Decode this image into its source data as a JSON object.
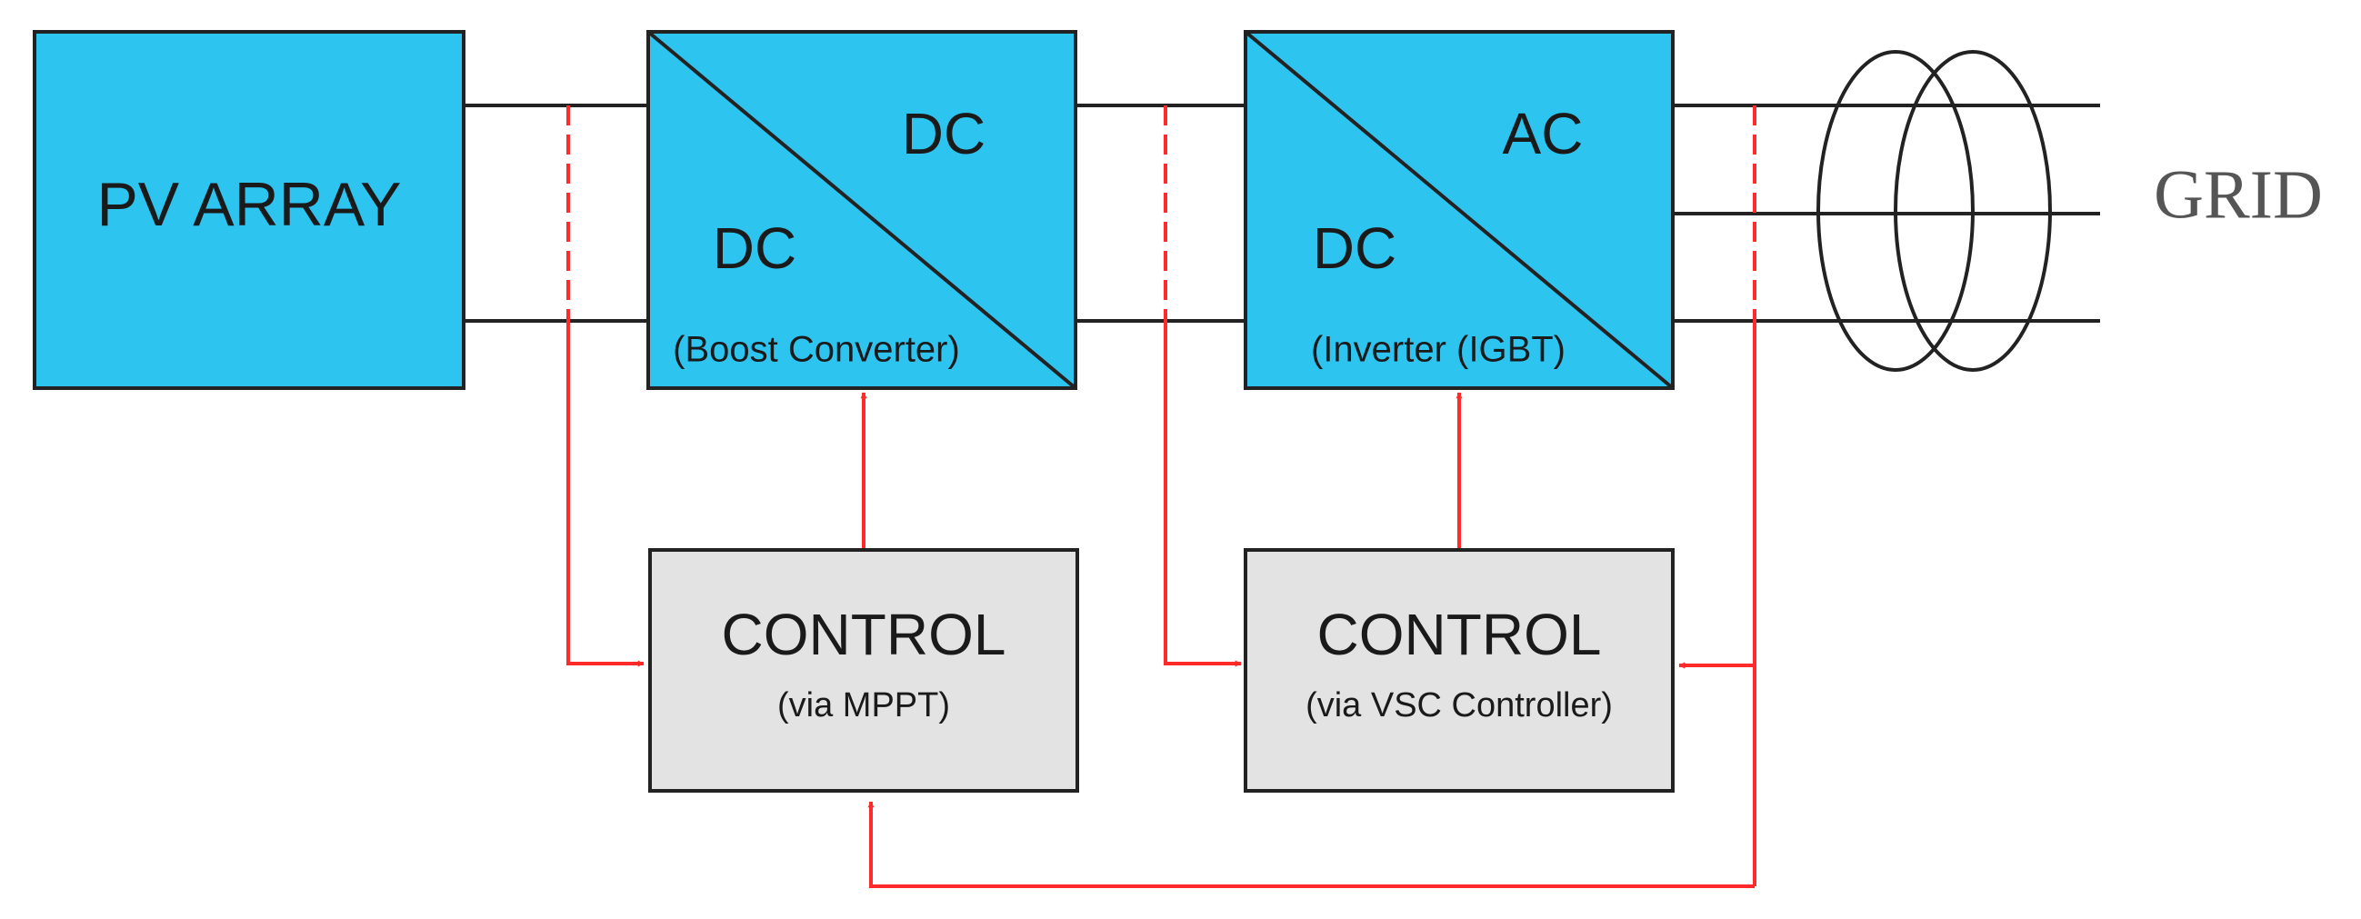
{
  "colors": {
    "block_fill": "#2ec4f0",
    "control_fill": "#e3e3e3",
    "signal": "#ff2a2a",
    "line": "#222222",
    "grid_text": "#555555"
  },
  "blocks": {
    "pv_array": {
      "label": "PV ARRAY"
    },
    "boost": {
      "top_label": "DC",
      "bottom_label": "DC",
      "caption": "(Boost Converter)"
    },
    "inverter": {
      "top_label": "AC",
      "bottom_label": "DC",
      "caption": "(Inverter (IGBT)"
    },
    "control_mppt": {
      "title": "CONTROL",
      "subtitle": "(via MPPT)"
    },
    "control_vsc": {
      "title": "CONTROL",
      "subtitle": "(via VSC Controller)"
    },
    "grid": {
      "label": "GRID"
    }
  },
  "icons": {
    "transformer": "transformer-icon",
    "arrow": "arrowhead-icon"
  }
}
